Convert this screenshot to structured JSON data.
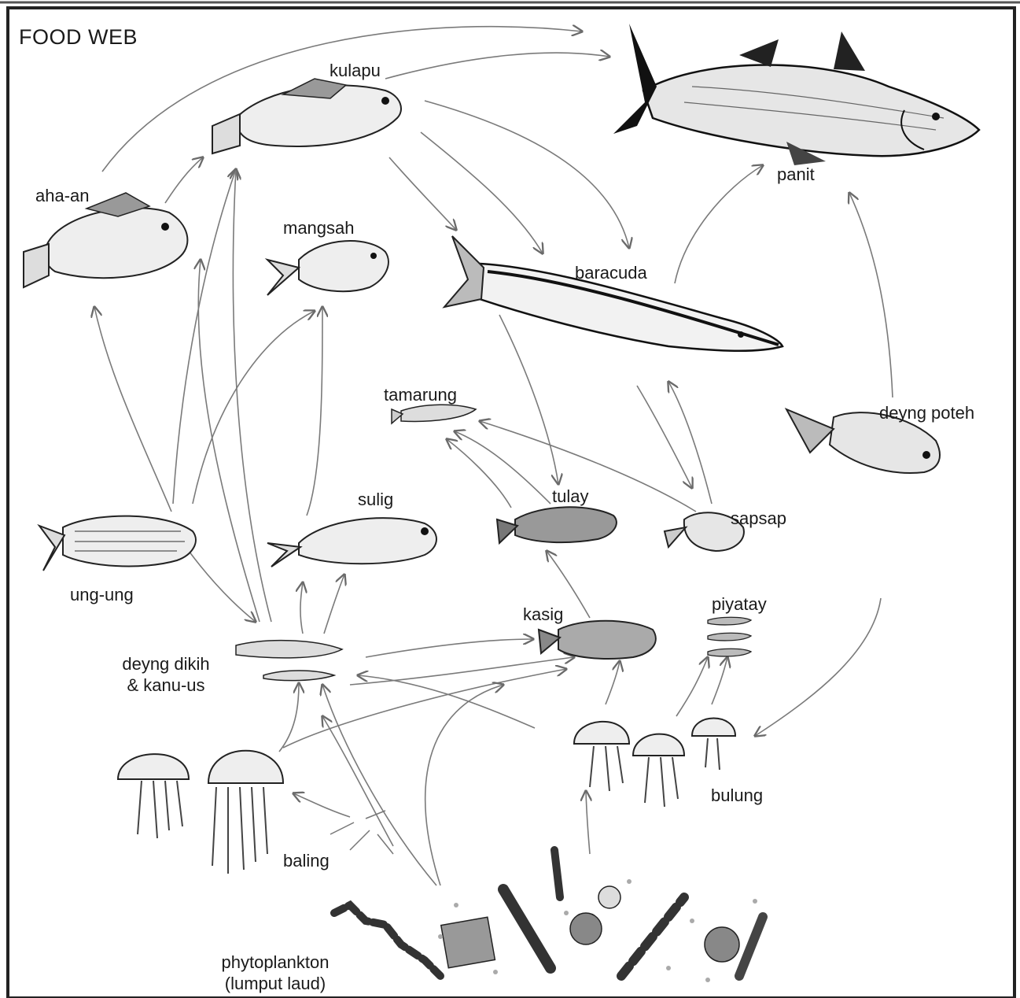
{
  "title": "FOOD WEB",
  "colors": {
    "line": "#7a7a7a",
    "ink": "#1a1a1a",
    "fill": "#d9d9d9",
    "dark": "#3a3a3a"
  },
  "organisms": {
    "panit": "panit",
    "kulapu": "kulapu",
    "aha_an": "aha-an",
    "mangsah": "mangsah",
    "baracuda": "baracuda",
    "tamarung": "tamarung",
    "deyng_poteh": "deyng poteh",
    "sulig": "sulig",
    "tulay": "tulay",
    "sapsap": "sapsap",
    "ung_ung": "ung-ung",
    "kasig": "kasig",
    "piyatay": "piyatay",
    "deyng_dikih": "deyng dikih\n& kanu-us",
    "bulung": "bulung",
    "baling": "baling",
    "phytoplankton": "phytoplankton\n(lumput laud)"
  }
}
